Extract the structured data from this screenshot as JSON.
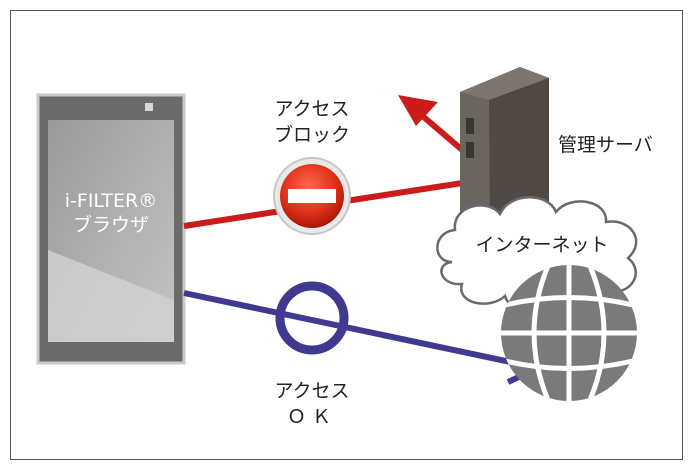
{
  "labels": {
    "phone_line1": "i-FILTER®",
    "phone_line2": "ブラウザ",
    "block_line1": "アクセス",
    "block_line2": "ブロック",
    "server": "管理サーバ",
    "internet": "インターネット",
    "ok_line1": "アクセス",
    "ok_line2": "ＯＫ"
  },
  "colors": {
    "block_arrow": "#cc1b1b",
    "ok_arrow": "#3f3a8f",
    "phone_body": "#6b6b6b",
    "globe": "#777777",
    "server": "#5a5550"
  },
  "icons": [
    "smartphone-icon",
    "no-entry-icon",
    "server-icon",
    "cloud-icon",
    "globe-icon",
    "circle-ok-icon"
  ]
}
